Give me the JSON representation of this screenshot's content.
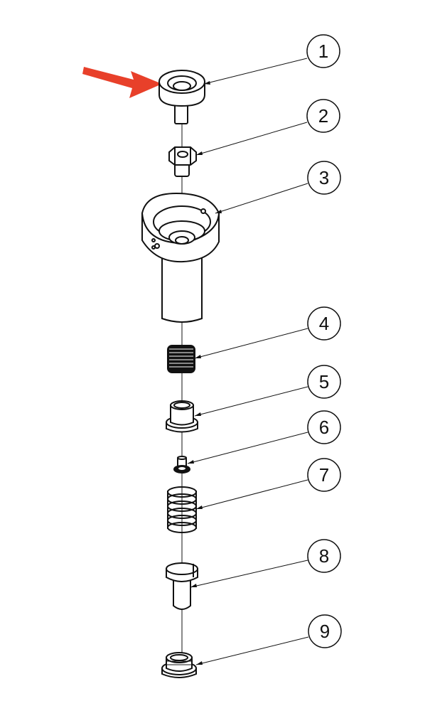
{
  "balloons": [
    {
      "number": "1",
      "part": "cap-bushing"
    },
    {
      "number": "2",
      "part": "hex-nut"
    },
    {
      "number": "3",
      "part": "housing-flange"
    },
    {
      "number": "4",
      "part": "small-spring"
    },
    {
      "number": "5",
      "part": "flanged-sleeve"
    },
    {
      "number": "6",
      "part": "small-pin"
    },
    {
      "number": "7",
      "part": "large-spring"
    },
    {
      "number": "8",
      "part": "piston"
    },
    {
      "number": "9",
      "part": "threaded-fitting"
    }
  ],
  "colors": {
    "line": "#111111",
    "fill": "#ffffff",
    "arrow": "#e8402a"
  }
}
